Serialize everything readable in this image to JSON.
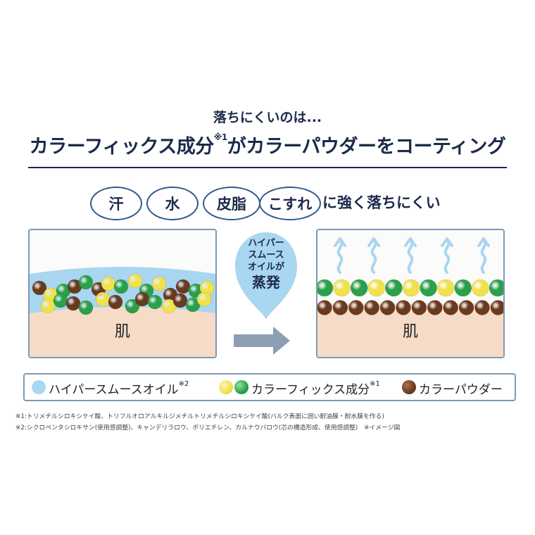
{
  "header": {
    "intro": "落ちにくいのは...",
    "headline_a": "カラーフィックス成分",
    "headline_sup": "※1",
    "headline_b": "がカラーパウダーをコーティング"
  },
  "resistance": {
    "items": [
      "汗",
      "水",
      "皮脂",
      "こすれ"
    ],
    "tail": "に強く落ちにくい"
  },
  "panels": {
    "skin_label": "肌",
    "evaporation_line1": "ハイパー",
    "evaporation_line2": "スムース",
    "evaporation_line3": "オイルが",
    "evaporation_line4": "蒸発"
  },
  "legend": {
    "oil_label": "ハイパースムースオイル",
    "oil_sup": "※2",
    "fix_label": "カラーフィックス成分",
    "fix_sup": "※1",
    "powder_label": "カラーパウダー"
  },
  "footnotes": {
    "note1": "※1:トリメチルシロキシケイ酸、トリフルオロアルキルジメチルトリメチルシロキシケイ酸(バルク表面に固い耐油膜・耐水膜を作る)",
    "note2": "※2:シクロペンタシロキサン(使用感調整)、キャンデリラロウ、ポリエチレン、カルナウバロウ(芯の構造形成、使用感調整)　※イメージ図"
  },
  "colors": {
    "navy": "#1c2a4a",
    "oil_blue": "#a9d6f0",
    "fix_yellow": "#f1e14a",
    "fix_green": "#2aa04a",
    "powder_brown": "#6a3a1f",
    "skin": "#f6dcc6",
    "arrow": "#8e9fb3"
  }
}
